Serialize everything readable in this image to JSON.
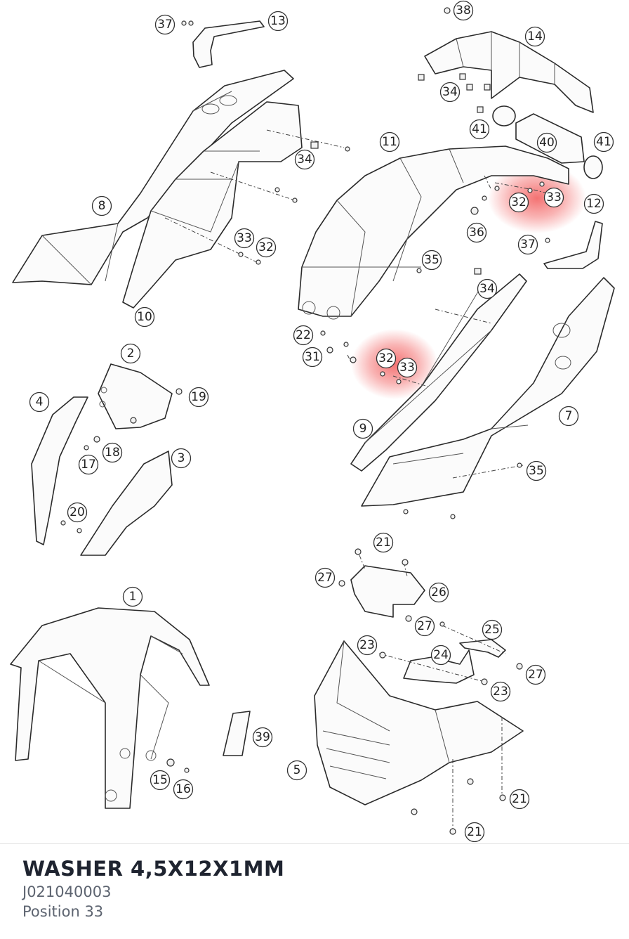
{
  "selected_part": {
    "name": "WASHER 4,5X12X1MM",
    "number": "J021040003",
    "position": "Position 33"
  },
  "callouts": [
    {
      "label": "37",
      "highlighted": false
    },
    {
      "label": "13",
      "highlighted": false
    },
    {
      "label": "38",
      "highlighted": false
    },
    {
      "label": "14",
      "highlighted": false
    },
    {
      "label": "34",
      "highlighted": false
    },
    {
      "label": "41",
      "highlighted": false
    },
    {
      "label": "40",
      "highlighted": false
    },
    {
      "label": "41",
      "highlighted": false
    },
    {
      "label": "11",
      "highlighted": false
    },
    {
      "label": "34",
      "highlighted": false
    },
    {
      "label": "8",
      "highlighted": false
    },
    {
      "label": "32",
      "highlighted": true
    },
    {
      "label": "33",
      "highlighted": true
    },
    {
      "label": "12",
      "highlighted": false
    },
    {
      "label": "36",
      "highlighted": false
    },
    {
      "label": "33",
      "highlighted": false
    },
    {
      "label": "32",
      "highlighted": false
    },
    {
      "label": "37",
      "highlighted": false
    },
    {
      "label": "35",
      "highlighted": false
    },
    {
      "label": "34",
      "highlighted": false
    },
    {
      "label": "10",
      "highlighted": false
    },
    {
      "label": "22",
      "highlighted": false
    },
    {
      "label": "31",
      "highlighted": false
    },
    {
      "label": "32",
      "highlighted": true
    },
    {
      "label": "33",
      "highlighted": true
    },
    {
      "label": "2",
      "highlighted": false
    },
    {
      "label": "19",
      "highlighted": false
    },
    {
      "label": "4",
      "highlighted": false
    },
    {
      "label": "7",
      "highlighted": false
    },
    {
      "label": "18",
      "highlighted": false
    },
    {
      "label": "17",
      "highlighted": false
    },
    {
      "label": "9",
      "highlighted": false
    },
    {
      "label": "3",
      "highlighted": false
    },
    {
      "label": "35",
      "highlighted": false
    },
    {
      "label": "20",
      "highlighted": false
    },
    {
      "label": "21",
      "highlighted": false
    },
    {
      "label": "27",
      "highlighted": false
    },
    {
      "label": "26",
      "highlighted": false
    },
    {
      "label": "1",
      "highlighted": false
    },
    {
      "label": "27",
      "highlighted": false
    },
    {
      "label": "25",
      "highlighted": false
    },
    {
      "label": "23",
      "highlighted": false
    },
    {
      "label": "24",
      "highlighted": false
    },
    {
      "label": "27",
      "highlighted": false
    },
    {
      "label": "23",
      "highlighted": false
    },
    {
      "label": "39",
      "highlighted": false
    },
    {
      "label": "5",
      "highlighted": false
    },
    {
      "label": "15",
      "highlighted": false
    },
    {
      "label": "16",
      "highlighted": false
    },
    {
      "label": "21",
      "highlighted": false
    },
    {
      "label": "21",
      "highlighted": false
    }
  ],
  "colors": {
    "highlight": "#f25a5a",
    "title": "#1f2430",
    "subtitle": "#5d6470",
    "line": "#2b2b2b"
  }
}
